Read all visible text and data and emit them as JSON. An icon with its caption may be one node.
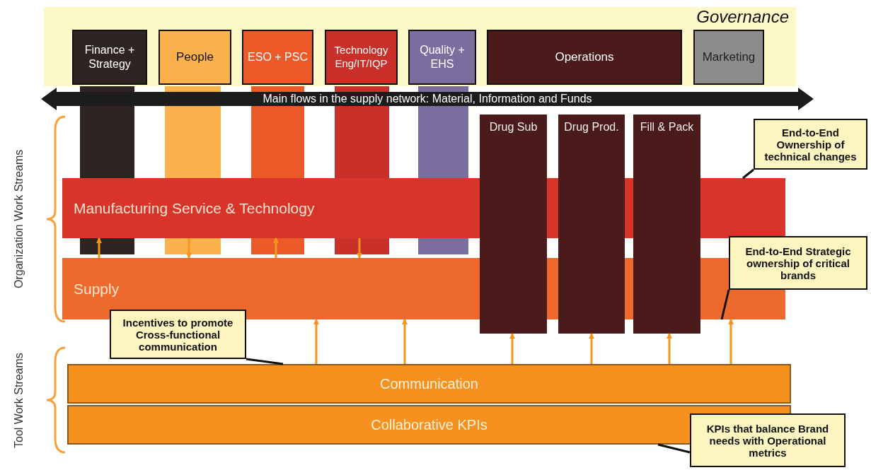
{
  "diagram": {
    "nodes": [
      {
        "text": [
          "Governance"
        ]
      },
      {
        "text": [
          "Finance + Strategy"
        ],
        "in": 0
      },
      {
        "text": [
          "People"
        ],
        "in": 0
      },
      {
        "text": [
          "ESO + PSC"
        ],
        "in": 0
      },
      {
        "text": [
          "Technology Eng/IT/IQP"
        ],
        "in": 0
      },
      {
        "text": [
          "Quality + EHS"
        ],
        "in": 0
      },
      {
        "text": [
          "Operations"
        ],
        "in": 0
      },
      {
        "text": [
          "Marketing"
        ],
        "in": 0
      },
      {
        "text": [
          "Main flows in the supply network: Material, Information and Funds"
        ]
      },
      {
        "text": [
          "Manufacturing Service & Technology"
        ]
      },
      {
        "text": [
          "Supply"
        ]
      },
      {
        "text": [
          "Drug Sub"
        ]
      },
      {
        "text": [
          "Drug Prod."
        ]
      },
      {
        "text": [
          "Fill & Pack"
        ]
      },
      {
        "text": [
          "Communication"
        ]
      },
      {
        "text": [
          "Collaborative KPIs"
        ]
      },
      {
        "text": [
          "End-to-End Ownership of technical changes"
        ]
      },
      {
        "text": [
          "End-to-End Strategic ownership of critical brands"
        ]
      },
      {
        "text": [
          "Incentives to promote Cross-functional communication"
        ]
      },
      {
        "text": [
          "KPIs that balance Brand needs with Operational metrics"
        ]
      }
    ],
    "edges": [
      {
        "from": 10,
        "to": 9,
        "arrow": "to"
      },
      {
        "from": 10,
        "to": 9,
        "arrow": "to"
      },
      {
        "from": 9,
        "to": 10,
        "arrow": "to"
      },
      {
        "from": 9,
        "to": 10,
        "arrow": "to"
      },
      {
        "from": 14,
        "to": 10,
        "arrow": "to"
      },
      {
        "from": 14,
        "to": 10,
        "arrow": "to"
      },
      {
        "from": 14,
        "to": 11,
        "arrow": "to"
      },
      {
        "from": 14,
        "to": 12,
        "arrow": "to"
      },
      {
        "from": 14,
        "to": 13,
        "arrow": "to"
      },
      {
        "from": 14,
        "to": 10,
        "arrow": "to"
      },
      {
        "from": 16,
        "to": 9,
        "arrow": "none",
        "color": "#111111"
      },
      {
        "from": 17,
        "to": 10,
        "arrow": "none",
        "color": "#111111"
      },
      {
        "from": 18,
        "to": 14,
        "arrow": "none",
        "color": "#111111"
      },
      {
        "from": 19,
        "to": 15,
        "arrow": "none",
        "color": "#111111"
      }
    ],
    "labels": [
      "Organization Work Streams",
      "Tool Work Streams"
    ]
  }
}
